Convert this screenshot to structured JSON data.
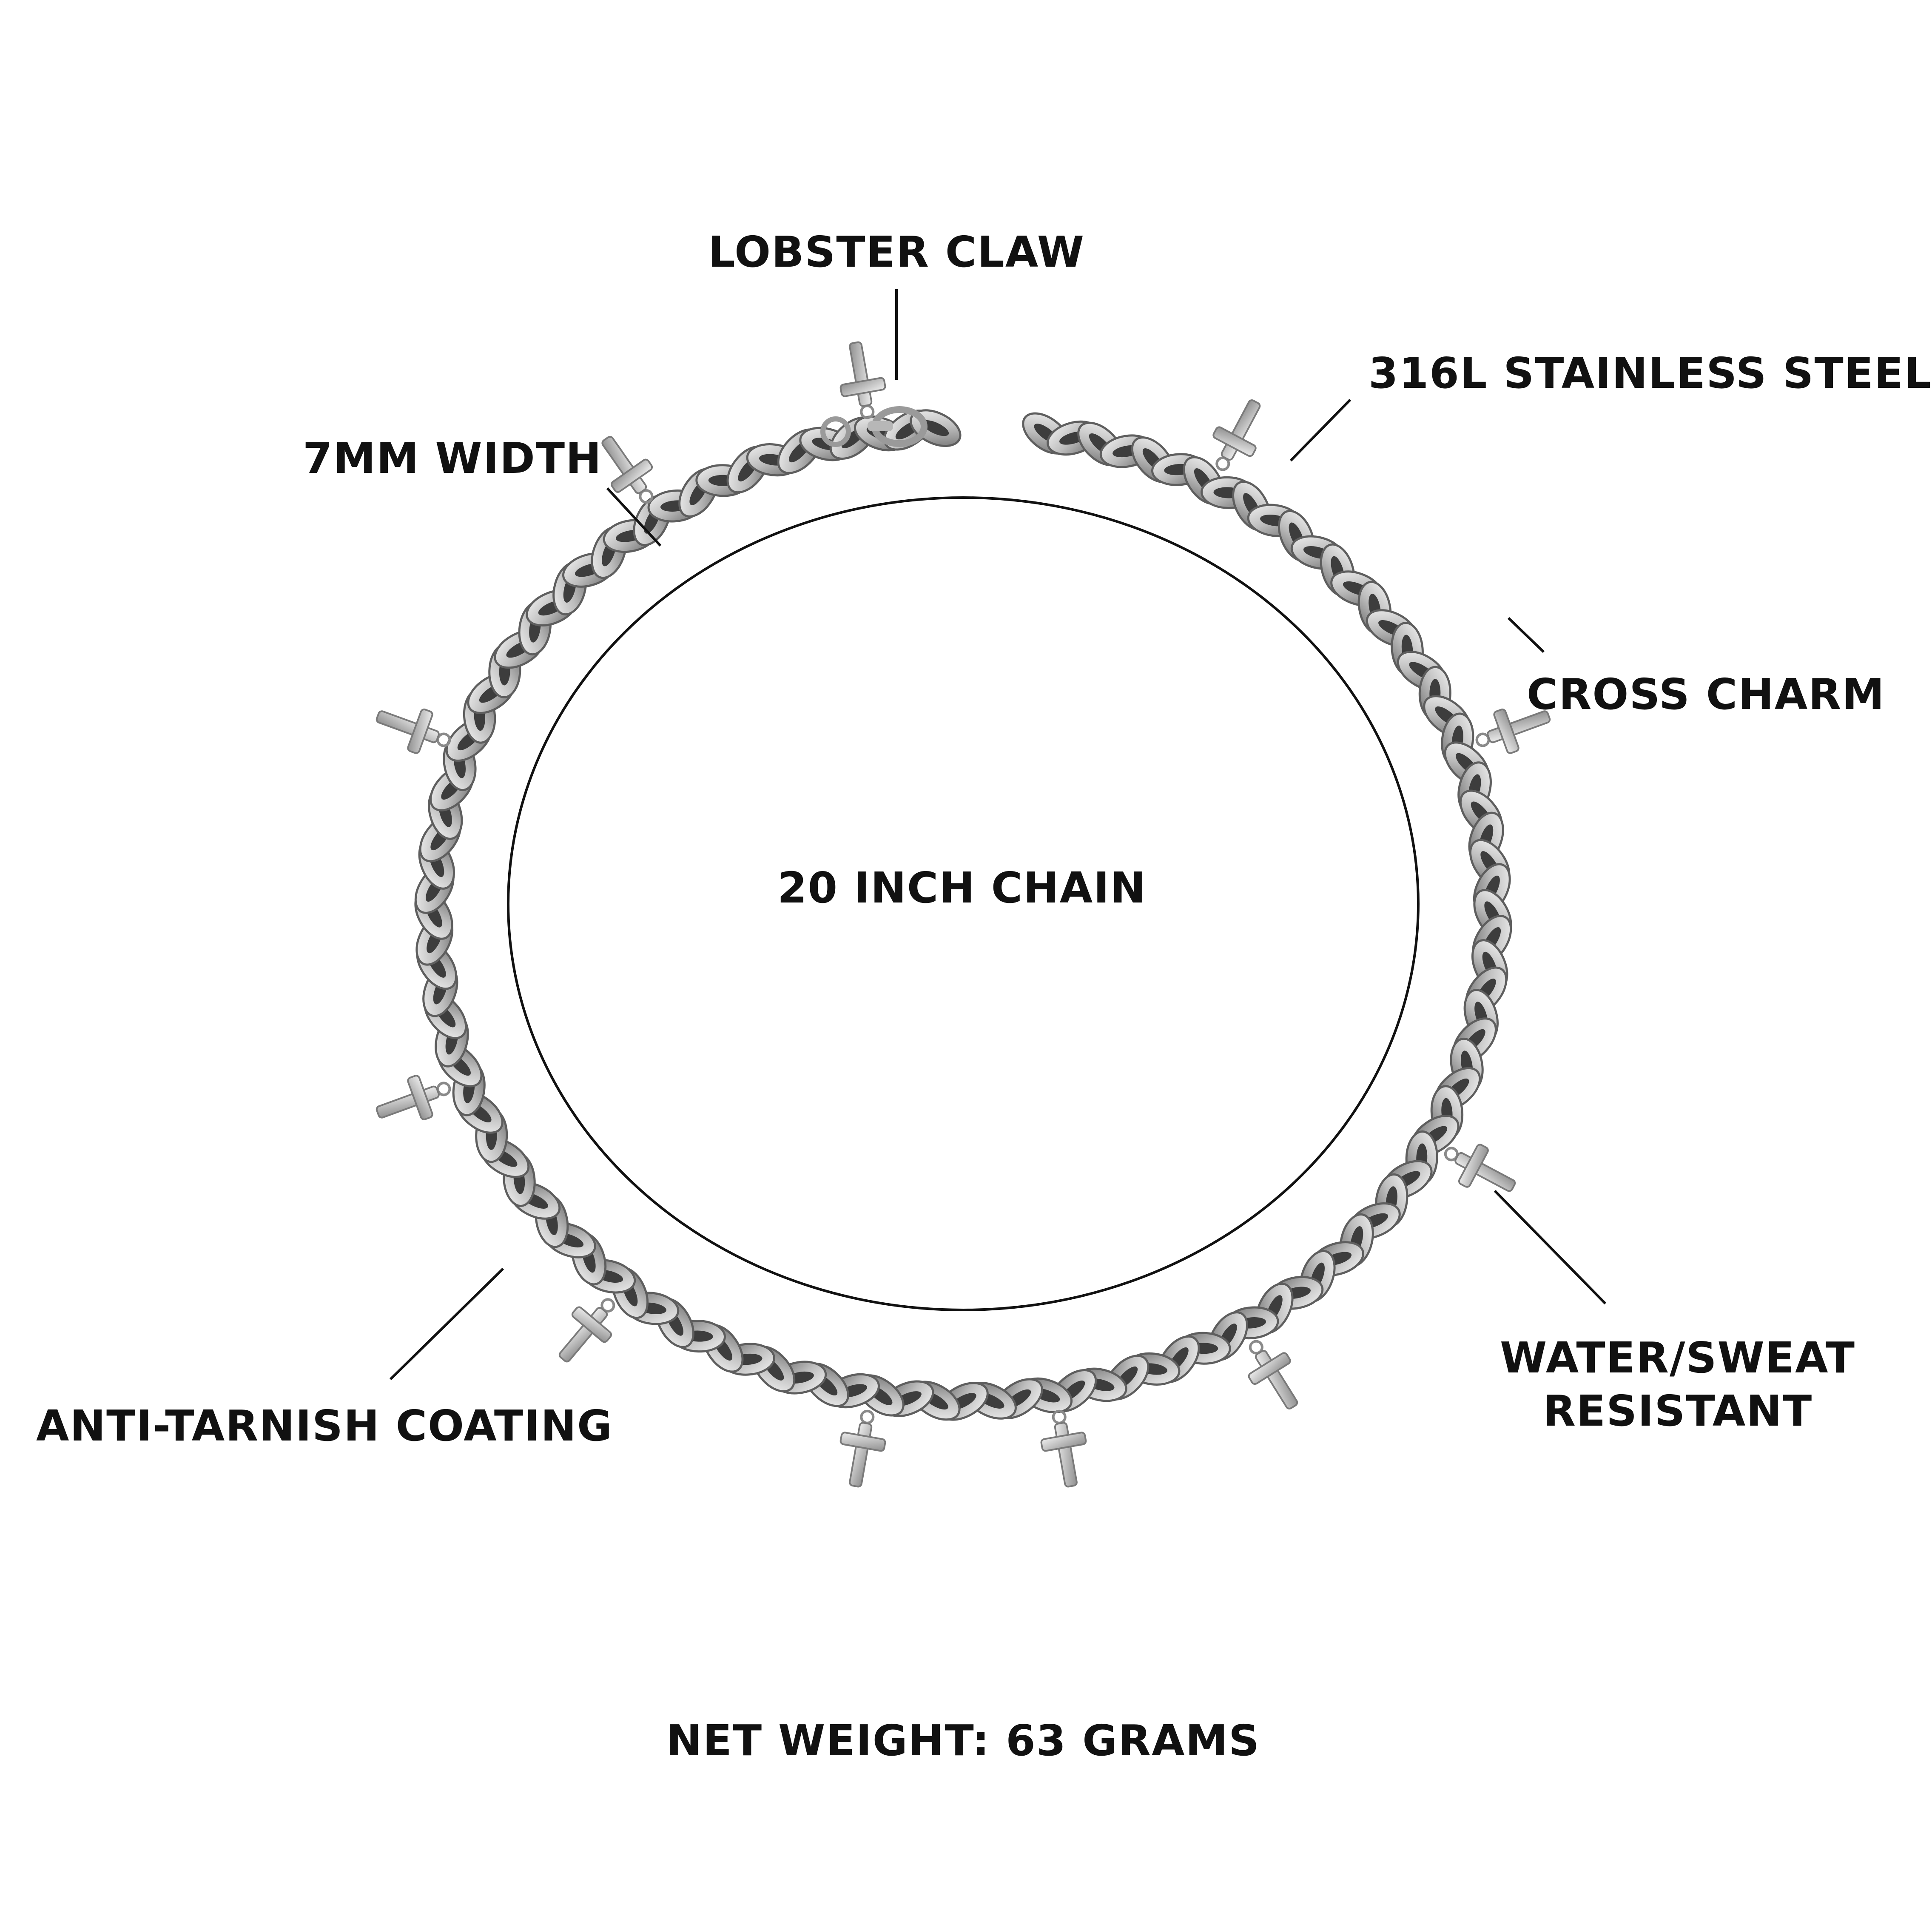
{
  "labels": {
    "lobster_claw": "LOBSTER CLAW",
    "stainless_steel": "316L STAINLESS STEEL",
    "width": "7MM WIDTH",
    "cross_charm": "CROSS CHARM",
    "chain_length": "20 INCH CHAIN",
    "water_resistant_line1": "WATER/SWEAT",
    "water_resistant_line2": "RESISTANT",
    "anti_tarnish": "ANTI-TARNISH COATING",
    "net_weight": "NET WEIGHT: 63 GRAMS"
  },
  "colors": {
    "text": "#111111",
    "chain_light": "#e6e6e6",
    "chain_dark": "#6d6d6d",
    "charm": "#cfcfcf",
    "background": "#ffffff"
  },
  "product": {
    "type": "cuban chain necklace with cross charms",
    "charm_count": 11
  }
}
